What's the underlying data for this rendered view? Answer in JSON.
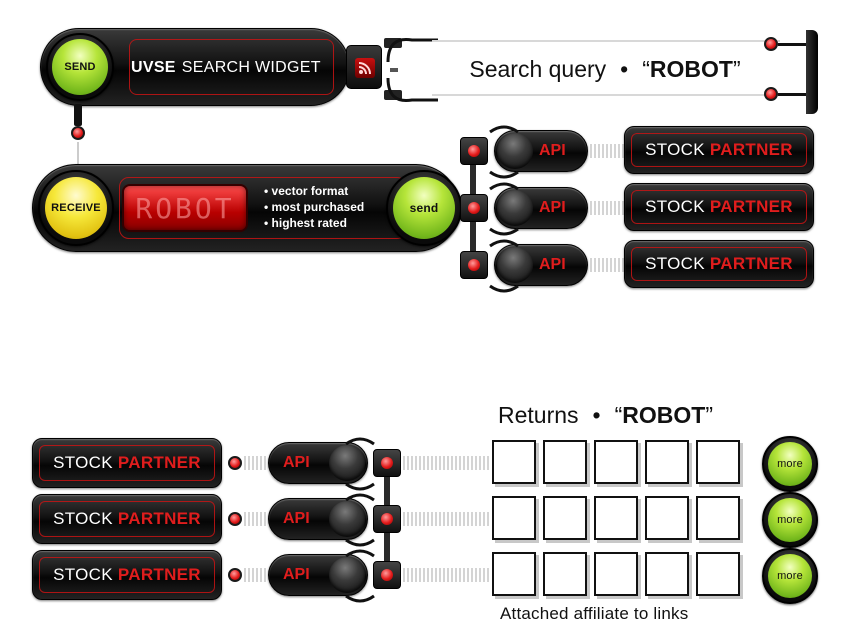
{
  "widget": {
    "send_label": "SEND",
    "title_bold": "UVSE",
    "title_rest": "SEARCH WIDGET",
    "rss_icon": "rss-icon"
  },
  "query": {
    "prefix": "Search query",
    "bullet": "•",
    "open_quote": "“",
    "term": "ROBOT",
    "close_quote": "”"
  },
  "receiver": {
    "receive_label": "RECEIVE",
    "display_text": "ROBOT",
    "features": [
      "vector format",
      "most purchased",
      "highest rated"
    ],
    "send_label": "send"
  },
  "api_label": "API",
  "partner": {
    "word1": "STOCK",
    "word2": "PARTNER"
  },
  "returns": {
    "prefix": "Returns",
    "bullet": "•",
    "open_quote": "“",
    "term": "ROBOT",
    "close_quote": "”",
    "rows": 3,
    "boxes_per_row": 5,
    "more_label": "more",
    "footer": "Attached affiliate to links"
  },
  "colors": {
    "accent_red": "#e01d1d",
    "orb_green": "#8cc727",
    "orb_yellow": "#f0dc28",
    "capsule": "#111111"
  }
}
